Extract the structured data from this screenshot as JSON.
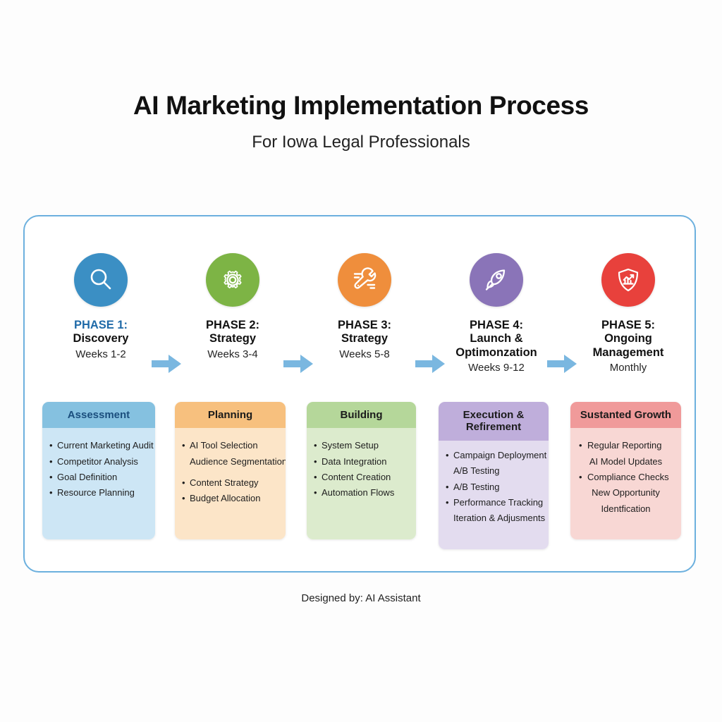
{
  "header": {
    "title": "AI Marketing Implementation Process",
    "subtitle": "For Iowa Legal Professionals"
  },
  "footer": {
    "credit": "Designed by: AI Assistant"
  },
  "colors": {
    "border": "#6cb0de",
    "arrow": "#7ab7e0",
    "phase1_label": "#1f6aa8",
    "circle_blue": "#3b8fc4",
    "circle_green": "#7db445",
    "circle_orange": "#ef8e3c",
    "circle_purple": "#8a74b8",
    "circle_red": "#e8413c",
    "card_head_blue": "#85c1e0",
    "card_head_orange": "#f7c07e",
    "card_head_green": "#b5d79a",
    "card_head_purple": "#bfaedb",
    "card_head_red": "#f09a9a",
    "card_body_blue": "#cde6f5",
    "card_body_orange": "#fce5c8",
    "card_body_green": "#dcebcd",
    "card_body_purple": "#e3dcef",
    "card_body_red": "#f8d7d4"
  },
  "phases": [
    {
      "label": "PHASE 1:",
      "name": "Discovery",
      "duration": "Weeks 1-2",
      "icon": "magnifier-icon"
    },
    {
      "label": "PHASE 2:",
      "name": "Strategy",
      "duration": "Weeks 3-4",
      "icon": "gear-icon"
    },
    {
      "label": "PHASE 3:",
      "name": "Strategy",
      "duration": "Weeks 5-8",
      "icon": "wrench-icon"
    },
    {
      "label": "PHASE 4:",
      "name": "Launch & Optimonzation",
      "duration": "Weeks 9-12",
      "icon": "rocket-icon"
    },
    {
      "label": "PHASE 5:",
      "name": "Ongoing Management",
      "duration": "Monthly",
      "icon": "shield-chart-icon"
    }
  ],
  "arrows": [
    {
      "name": "arrow-phase1-to-phase2"
    },
    {
      "name": "arrow-phase2-to-phase3"
    },
    {
      "name": "arrow-phase3-to-phase4"
    },
    {
      "name": "arrow-phase4-to-phase5"
    }
  ],
  "cards": [
    {
      "title": "Assessment",
      "items": [
        "Current Marketing Audit",
        "Competitor Analysis",
        "Goal Definition",
        "Resource Planning"
      ]
    },
    {
      "title": "Planning",
      "items": [
        "AI Tool Selection",
        "Audience Segmentation",
        "",
        "Content Strategy",
        "Budget Allocation"
      ]
    },
    {
      "title": "Building",
      "items": [
        "System Setup",
        "Data Integration",
        "Content Creation",
        "Automation Flows"
      ]
    },
    {
      "title": "Execution & Refirement",
      "items": [
        "Campaign Deployment",
        "A/B Testing",
        "A/B Testing",
        "Performance Tracking",
        "Iteration & Adjusments"
      ]
    },
    {
      "title": "Sustanted Growth",
      "items": [
        "Regular Reporting",
        "AI Model Updates",
        "Compliance Checks",
        "New Opportunity",
        "Identfication"
      ]
    }
  ]
}
